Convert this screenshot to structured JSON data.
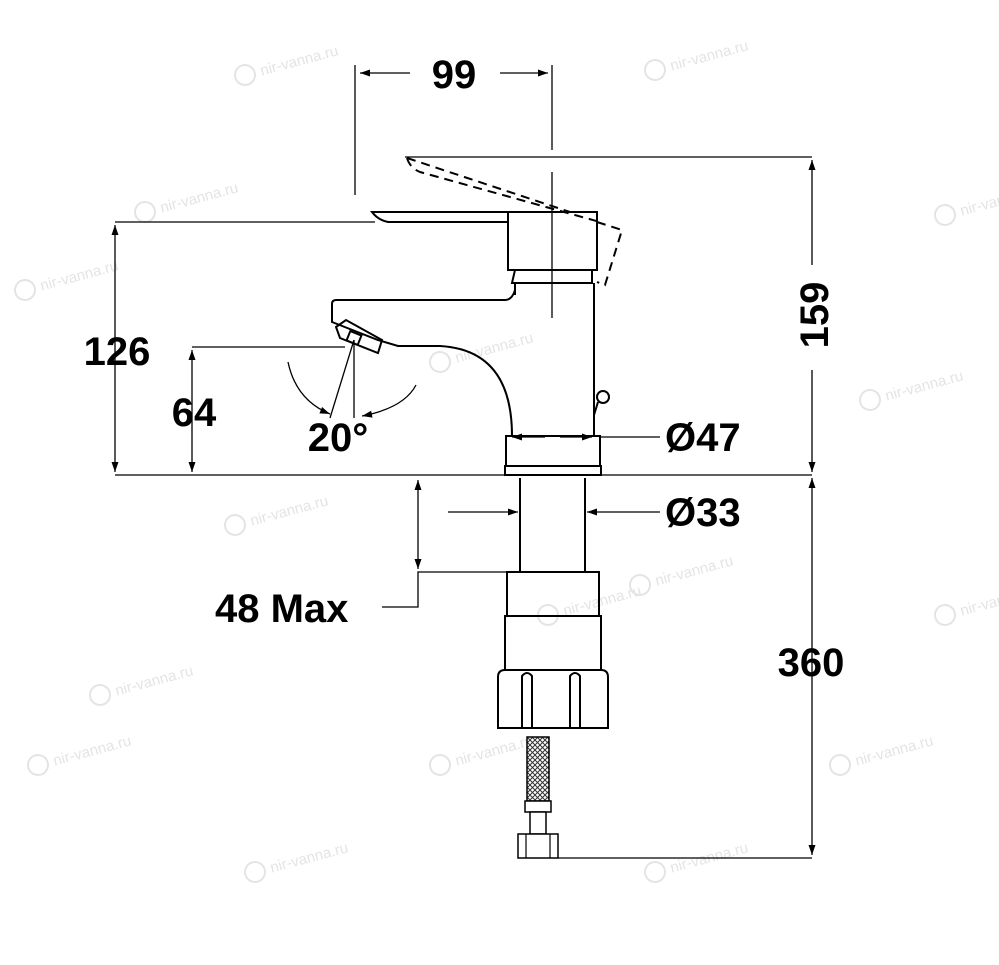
{
  "title": "Faucet dimension drawing",
  "watermark": "nir-vanna.ru",
  "dimensions": {
    "spout_reach": "99",
    "total_height": "159",
    "spout_top_height": "126",
    "spout_outlet_height": "64",
    "aerator_swivel_angle": "20°",
    "body_diameter": "Ø47",
    "shank_diameter": "Ø33",
    "max_deck_thickness": "48 Max",
    "hose_length": "360"
  }
}
